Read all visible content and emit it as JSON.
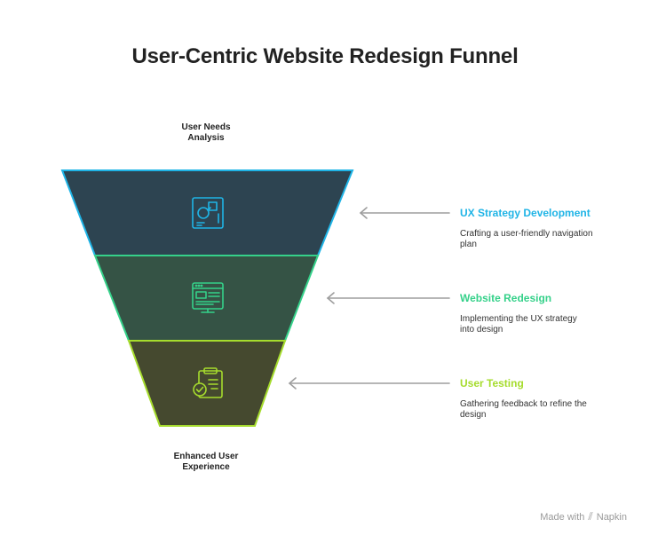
{
  "title": "User-Centric Website Redesign Funnel",
  "top_label": "User Needs\nAnalysis",
  "bottom_label": "Enhanced User\nExperience",
  "stages": [
    {
      "title": "UX Strategy Development",
      "description": "Crafting a user-friendly navigation plan",
      "icon": "diagram-blueprint-icon",
      "accent": "#1fb4e6",
      "fill": "#2d4451"
    },
    {
      "title": "Website Redesign",
      "description": "Implementing the UX strategy into design",
      "icon": "web-page-monitor-icon",
      "accent": "#35d18a",
      "fill": "#355345"
    },
    {
      "title": "User Testing",
      "description": "Gathering feedback to refine the design",
      "icon": "clipboard-check-icon",
      "accent": "#a6dc2d",
      "fill": "#45492f"
    }
  ],
  "watermark": {
    "prefix": "Made with",
    "brand": "Napkin"
  }
}
